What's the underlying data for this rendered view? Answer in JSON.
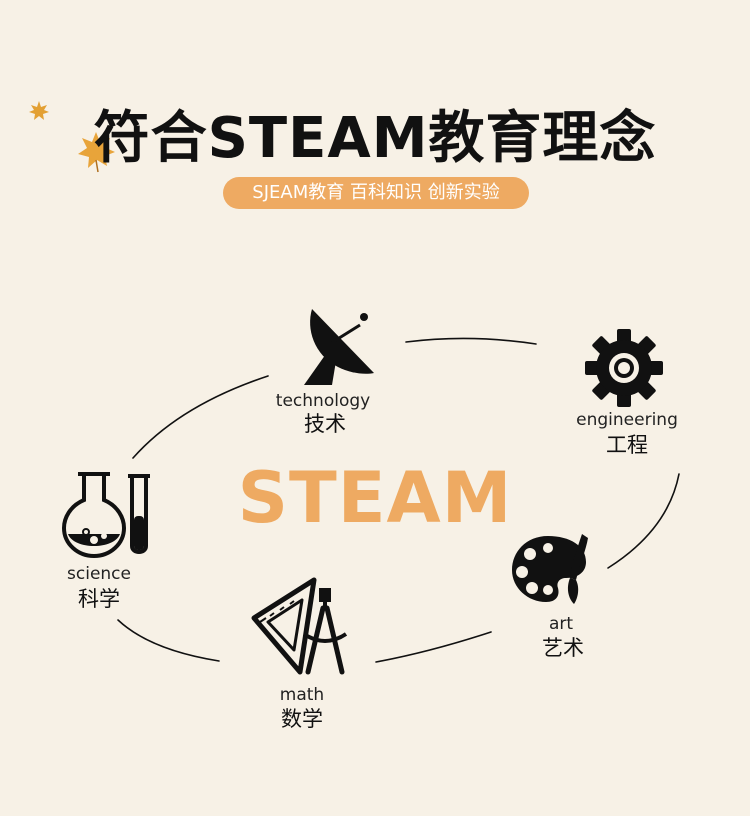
{
  "title": "符合STEAM教育理念",
  "subtitle": "SJEAM教育  百科知识  创新实验",
  "center_label": "STEAM",
  "nodes": {
    "technology": {
      "en": "technology",
      "zh": "技术",
      "icon": "satellite-dish-icon"
    },
    "engineering": {
      "en": "engineering",
      "zh": "工程",
      "icon": "gear-icon"
    },
    "art": {
      "en": "art",
      "zh": "艺术",
      "icon": "paint-palette-icon"
    },
    "math": {
      "en": "math",
      "zh": "数学",
      "icon": "ruler-compass-icon"
    },
    "science": {
      "en": "science",
      "zh": "科学",
      "icon": "flask-test-tube-icon"
    }
  },
  "colors": {
    "background": "#f7f1e6",
    "accent": "#eeaa62",
    "text": "#111111",
    "leaf": "#e6a23c"
  }
}
